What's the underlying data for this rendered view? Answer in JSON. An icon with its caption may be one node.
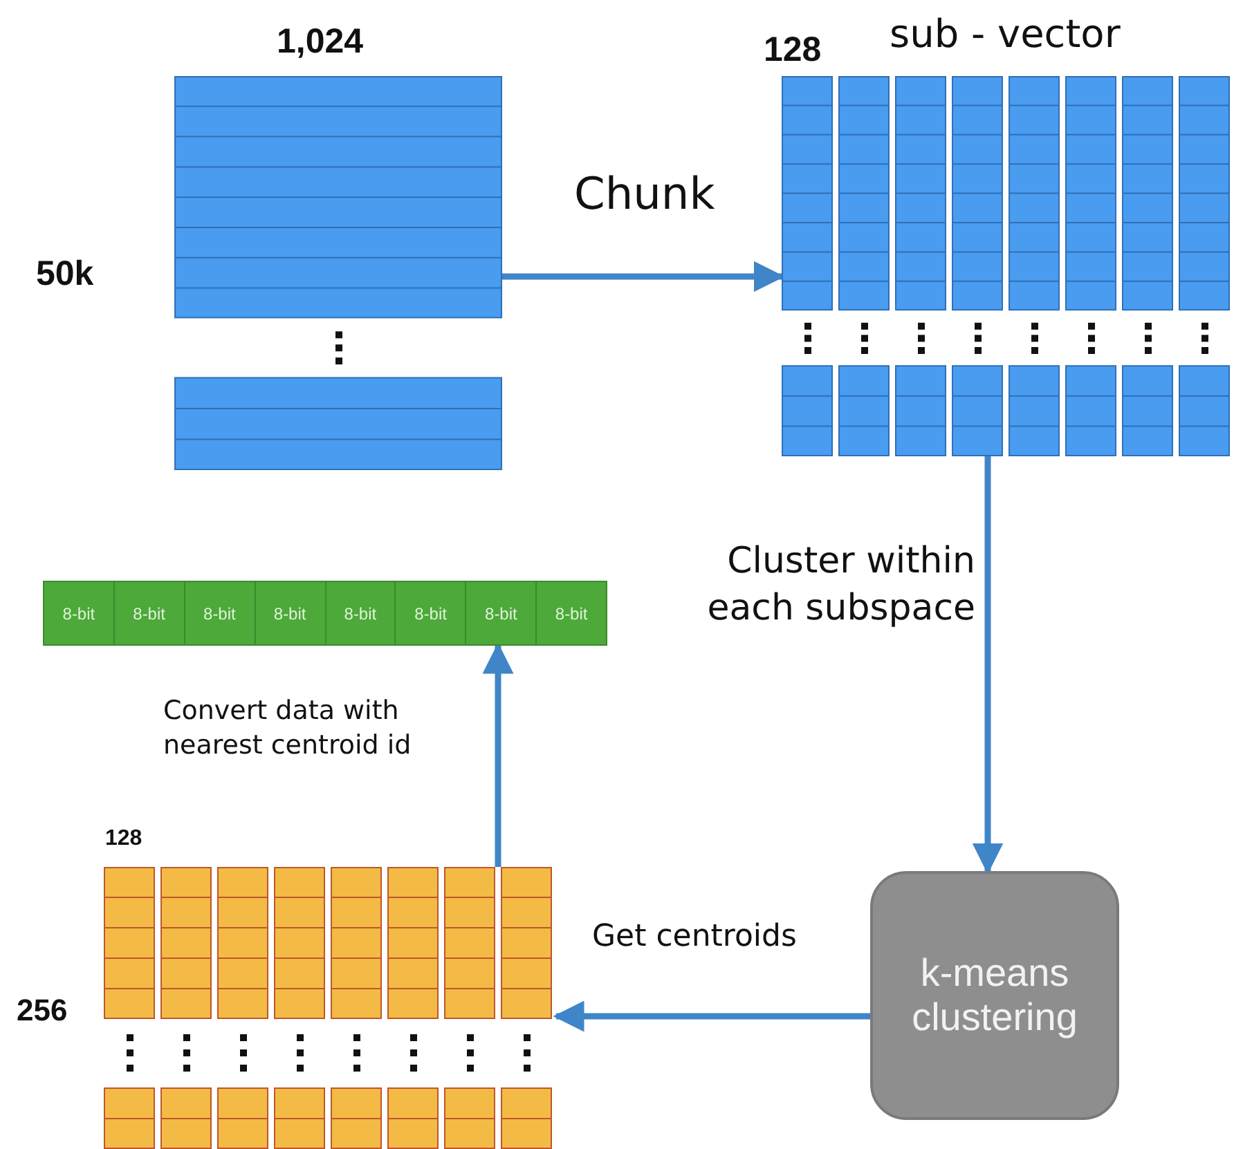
{
  "diagram": {
    "nodes": [
      {
        "text": [],
        "shape": "box",
        "beside": [
          "1,024",
          "50k"
        ]
      },
      {
        "text": [],
        "shape": "box",
        "beside": [
          "128",
          "sub - vector"
        ]
      },
      {
        "text": [
          "k-means clustering"
        ]
      },
      {
        "text": [],
        "shape": "box",
        "beside": [
          "128",
          "256"
        ]
      },
      {
        "text": [
          "8-bit",
          "8-bit",
          "8-bit",
          "8-bit",
          "8-bit",
          "8-bit",
          "8-bit",
          "8-bit"
        ]
      }
    ],
    "edges": [
      {
        "from": 0,
        "to": 1,
        "arrow": "to",
        "label": "Chunk"
      },
      {
        "from": 1,
        "to": 2,
        "arrow": "to",
        "label": "Cluster within each subspace"
      },
      {
        "from": 2,
        "to": 3,
        "arrow": "to",
        "label": "Get centroids"
      },
      {
        "from": 3,
        "to": 4,
        "arrow": "to",
        "label": "Convert data with nearest centroid id"
      }
    ]
  }
}
